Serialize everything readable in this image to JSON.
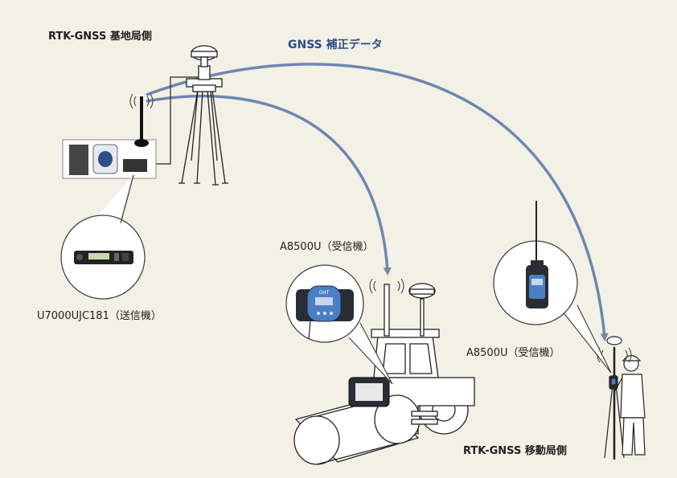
{
  "labels": {
    "base_station": "RTK-GNSS 基地局側",
    "correction_data": "GNSS 補正データ",
    "transmitter": "U7000UJC181（送信機）",
    "receiver_roller": "A8500U（受信機）",
    "receiver_rover": "A8500U（受信機）",
    "rover_station": "RTK-GNSS 移動局側",
    "device_brand": "OHT"
  },
  "colors": {
    "background": "#f3f0e6",
    "arrow": "#6d87ae",
    "line": "#222222",
    "device_screen": "#4a7fc4",
    "device_body": "#2a2d33"
  },
  "icons": [
    "gnss-antenna-icon",
    "tripod-icon",
    "radio-waves-icon",
    "road-roller-icon",
    "surveyor-icon",
    "handheld-receiver-icon",
    "transmitter-icon"
  ]
}
